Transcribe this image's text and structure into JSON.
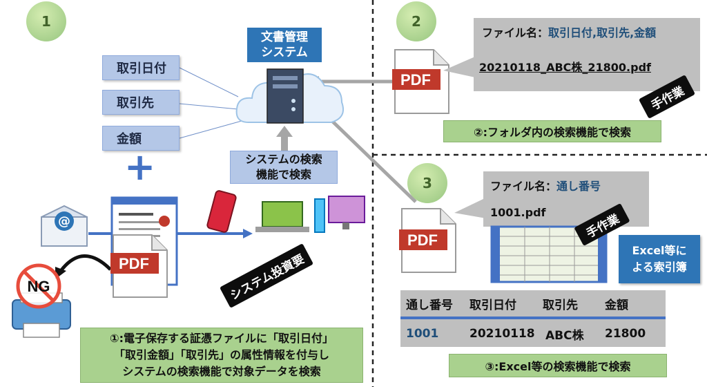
{
  "section1": {
    "number": "1",
    "system_title": "文書管理\nシステム",
    "attributes": [
      "取引日付",
      "取引先",
      "金額"
    ],
    "plus": "+",
    "search_label": "システムの検索\n機能で検索",
    "invest_label": "システム投資要",
    "email_glyph": "@",
    "pdf_text": "PDF",
    "ng_text": "NG",
    "caption": "①:電子保存する証憑ファイルに「取引日付」\n「取引金額」「取引先」の属性情報を付与し\nシステムの検索機能で対象データを検索"
  },
  "section2": {
    "number": "2",
    "pdf_text": "PDF",
    "callout_label": "ファイル名：",
    "callout_value": "取引日付,取引先,金額",
    "filename": "20210118_ABC株_21800.pdf",
    "manual_label": "手作業",
    "caption": "②:フォルダ内の検索機能で検索"
  },
  "section3": {
    "number": "3",
    "pdf_text": "PDF",
    "callout_label": "ファイル名：",
    "callout_value": "通し番号",
    "filename": "1001.pdf",
    "manual_label": "手作業",
    "excel_label": "Excel等に\nよる索引簿",
    "table_headers": [
      "通し番号",
      "取引日付",
      "取引先",
      "金額"
    ],
    "table_row": [
      "1001",
      "20210118",
      "ABC株",
      "21800"
    ],
    "caption": "③:Excel等の検索機能で検索"
  },
  "colors": {
    "blue_dark": "#1f4e79",
    "blue_box": "#2e75b6",
    "green": "#a9d18e",
    "gray": "#bfbfbf",
    "pdf_red": "#c0392b"
  }
}
